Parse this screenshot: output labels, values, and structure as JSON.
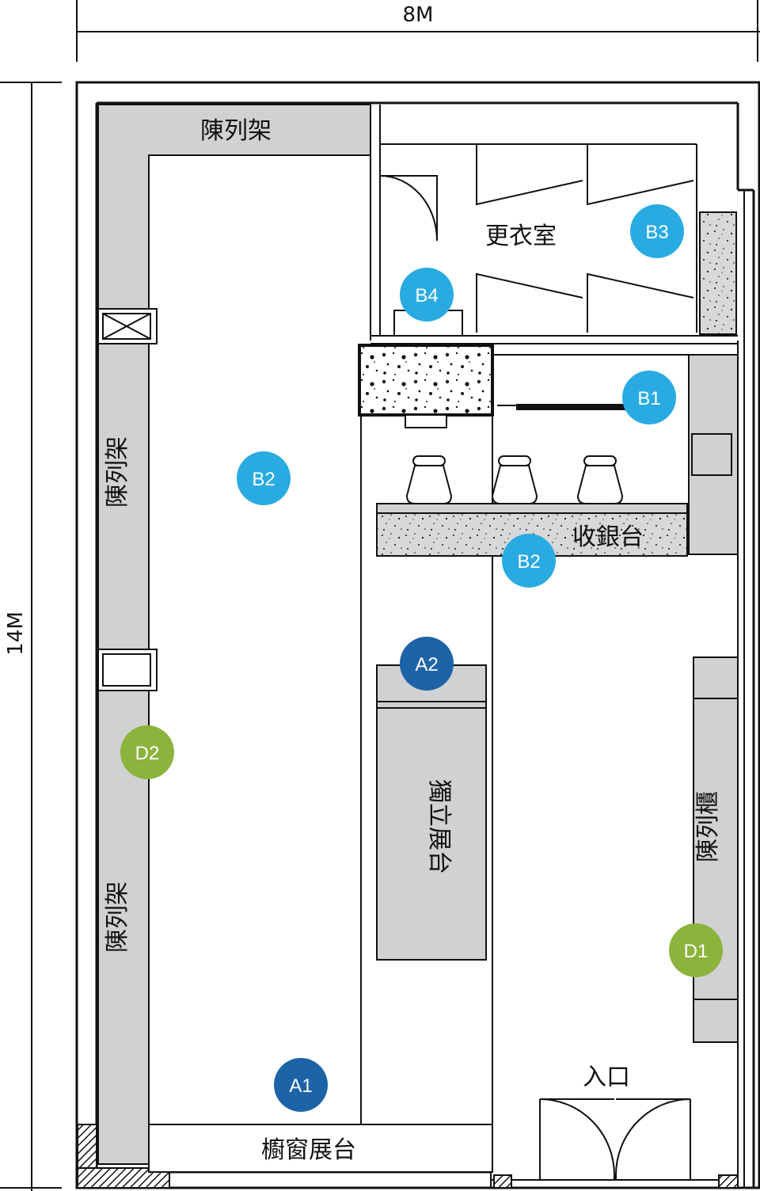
{
  "dimensions": {
    "width_label": "8M",
    "height_label": "14M"
  },
  "rooms": {
    "top_shelf": "陳列架",
    "left_shelf_upper": "陳列架",
    "left_shelf_lower": "陳列架",
    "fitting_room": "更衣室",
    "cashier": "收銀台",
    "island": "獨立展台",
    "right_cabinet": "陳列櫃",
    "window_display": "櫥窗展台",
    "entrance": "入口"
  },
  "markers": {
    "b3": "B3",
    "b4": "B4",
    "b1": "B1",
    "b2_left": "B2",
    "b2_cashier": "B2",
    "a2": "A2",
    "a1": "A1",
    "d2": "D2",
    "d1": "D1"
  },
  "colors": {
    "light_blue": "#29abe2",
    "dark_blue": "#1d63a8",
    "green": "#8cb33c",
    "shelf_gray": "#d0d1d3"
  }
}
